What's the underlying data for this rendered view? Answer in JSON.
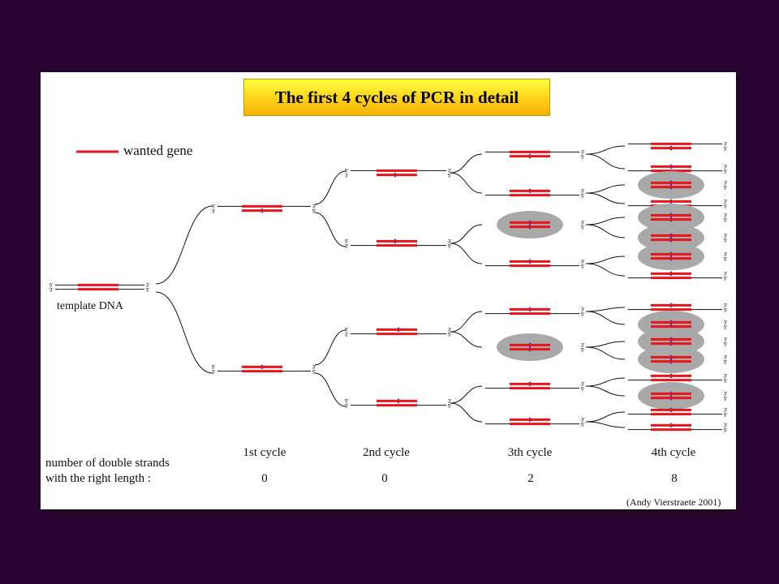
{
  "title": "The first 4 cycles of PCR in detail",
  "legend": {
    "label": "wanted gene",
    "color": "#e8141a"
  },
  "template_label": "template DNA",
  "cycles": [
    {
      "label": "1st cycle",
      "count": "0"
    },
    {
      "label": "2nd cycle",
      "count": "0"
    },
    {
      "label": "3th cycle",
      "count": "2"
    },
    {
      "label": "4th cycle",
      "count": "8"
    }
  ],
  "stat_label_line1": "number of double strands",
  "stat_label_line2": "with the right length :",
  "credit": "(Andy Vierstraete 2001)",
  "strand_end_labels": {
    "five_prime": "5'",
    "three_prime": "3'"
  },
  "colors": {
    "background": "#2a0430",
    "panel": "#ffffff",
    "gene": "#e8141a",
    "strand": "#111111",
    "primer": "#1a2ee0",
    "highlight": "#a9a9a9",
    "title_box": "#ffd21a"
  },
  "icons": {
    "strand_arrow": "arrowhead"
  }
}
